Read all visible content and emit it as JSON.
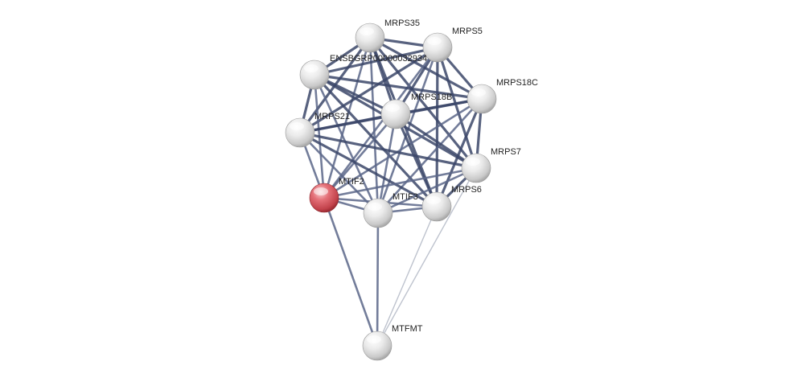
{
  "nodes": [
    {
      "id": "MRPS35",
      "label": "MRPS35",
      "color": "#e6e6e6"
    },
    {
      "id": "MRPS5",
      "label": "MRPS5",
      "color": "#e6e6e6"
    },
    {
      "id": "ENSBGRP00000032934",
      "label": "ENSBGRP00000032934",
      "color": "#e6e6e6"
    },
    {
      "id": "MRPS18C",
      "label": "MRPS18C",
      "color": "#e6e6e6"
    },
    {
      "id": "MRPS18B",
      "label": "MRPS18B",
      "color": "#e6e6e6"
    },
    {
      "id": "MRPS21",
      "label": "MRPS21",
      "color": "#e6e6e6"
    },
    {
      "id": "MRPS7",
      "label": "MRPS7",
      "color": "#e6e6e6"
    },
    {
      "id": "MTIF2",
      "label": "MTIF2",
      "color": "#d9545c",
      "query": true
    },
    {
      "id": "MTIF3",
      "label": "MTIF3",
      "color": "#e6e6e6"
    },
    {
      "id": "MRPS6",
      "label": "MRPS6",
      "color": "#e6e6e6"
    },
    {
      "id": "MTFMT",
      "label": "MTFMT",
      "color": "#e6e6e6"
    }
  ],
  "edges": [
    {
      "source": "MRPS35",
      "target": "MRPS5",
      "strength": "strong"
    },
    {
      "source": "MRPS35",
      "target": "ENSBGRP00000032934",
      "strength": "strong"
    },
    {
      "source": "MRPS35",
      "target": "MRPS18C",
      "strength": "strong"
    },
    {
      "source": "MRPS35",
      "target": "MRPS18B",
      "strength": "strong"
    },
    {
      "source": "MRPS35",
      "target": "MRPS21",
      "strength": "strong"
    },
    {
      "source": "MRPS35",
      "target": "MRPS7",
      "strength": "strong"
    },
    {
      "source": "MRPS35",
      "target": "MTIF2",
      "strength": "medium"
    },
    {
      "source": "MRPS35",
      "target": "MTIF3",
      "strength": "medium"
    },
    {
      "source": "MRPS35",
      "target": "MRPS6",
      "strength": "strong"
    },
    {
      "source": "MRPS5",
      "target": "ENSBGRP00000032934",
      "strength": "strong"
    },
    {
      "source": "MRPS5",
      "target": "MRPS18C",
      "strength": "strong"
    },
    {
      "source": "MRPS5",
      "target": "MRPS18B",
      "strength": "strong"
    },
    {
      "source": "MRPS5",
      "target": "MRPS21",
      "strength": "strong"
    },
    {
      "source": "MRPS5",
      "target": "MRPS7",
      "strength": "strong"
    },
    {
      "source": "MRPS5",
      "target": "MTIF2",
      "strength": "medium"
    },
    {
      "source": "MRPS5",
      "target": "MTIF3",
      "strength": "medium"
    },
    {
      "source": "MRPS5",
      "target": "MRPS6",
      "strength": "strong"
    },
    {
      "source": "ENSBGRP00000032934",
      "target": "MRPS18C",
      "strength": "strong"
    },
    {
      "source": "ENSBGRP00000032934",
      "target": "MRPS18B",
      "strength": "strong"
    },
    {
      "source": "ENSBGRP00000032934",
      "target": "MRPS21",
      "strength": "strong"
    },
    {
      "source": "ENSBGRP00000032934",
      "target": "MRPS7",
      "strength": "strong"
    },
    {
      "source": "ENSBGRP00000032934",
      "target": "MTIF2",
      "strength": "medium"
    },
    {
      "source": "ENSBGRP00000032934",
      "target": "MTIF3",
      "strength": "medium"
    },
    {
      "source": "ENSBGRP00000032934",
      "target": "MRPS6",
      "strength": "strong"
    },
    {
      "source": "MRPS18C",
      "target": "MRPS18B",
      "strength": "strong"
    },
    {
      "source": "MRPS18C",
      "target": "MRPS21",
      "strength": "strong"
    },
    {
      "source": "MRPS18C",
      "target": "MRPS7",
      "strength": "strong"
    },
    {
      "source": "MRPS18C",
      "target": "MTIF2",
      "strength": "medium"
    },
    {
      "source": "MRPS18C",
      "target": "MTIF3",
      "strength": "medium"
    },
    {
      "source": "MRPS18C",
      "target": "MRPS6",
      "strength": "strong"
    },
    {
      "source": "MRPS18B",
      "target": "MRPS21",
      "strength": "strong"
    },
    {
      "source": "MRPS18B",
      "target": "MRPS7",
      "strength": "strong"
    },
    {
      "source": "MRPS18B",
      "target": "MTIF2",
      "strength": "medium"
    },
    {
      "source": "MRPS18B",
      "target": "MTIF3",
      "strength": "medium"
    },
    {
      "source": "MRPS18B",
      "target": "MRPS6",
      "strength": "strong"
    },
    {
      "source": "MRPS21",
      "target": "MRPS7",
      "strength": "strong"
    },
    {
      "source": "MRPS21",
      "target": "MTIF2",
      "strength": "medium"
    },
    {
      "source": "MRPS21",
      "target": "MTIF3",
      "strength": "medium"
    },
    {
      "source": "MRPS21",
      "target": "MRPS6",
      "strength": "strong"
    },
    {
      "source": "MRPS7",
      "target": "MTIF2",
      "strength": "medium"
    },
    {
      "source": "MRPS7",
      "target": "MTIF3",
      "strength": "medium"
    },
    {
      "source": "MRPS7",
      "target": "MRPS6",
      "strength": "strong"
    },
    {
      "source": "MTIF2",
      "target": "MTIF3",
      "strength": "medium"
    },
    {
      "source": "MTIF2",
      "target": "MRPS6",
      "strength": "medium"
    },
    {
      "source": "MTIF3",
      "target": "MRPS6",
      "strength": "medium"
    },
    {
      "source": "MTIF2",
      "target": "MTFMT",
      "strength": "medium"
    },
    {
      "source": "MTIF3",
      "target": "MTFMT",
      "strength": "medium"
    },
    {
      "source": "MRPS6",
      "target": "MTFMT",
      "strength": "weak"
    },
    {
      "source": "MRPS7",
      "target": "MTFMT",
      "strength": "weak"
    }
  ],
  "edge_colors": {
    "strong": "#3b4668",
    "medium": "#5b6688",
    "weak": "#b7bcc9"
  }
}
